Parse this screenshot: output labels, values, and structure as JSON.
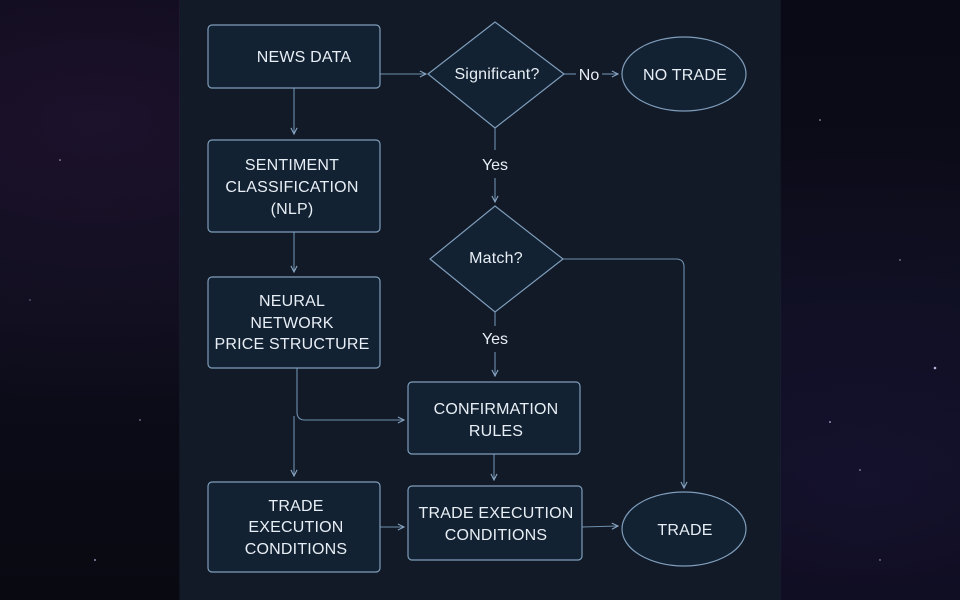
{
  "nodes": {
    "news_data": [
      "NEWS DATA"
    ],
    "significant": [
      "Significant?"
    ],
    "no_trade": [
      "NO TRADE"
    ],
    "sentiment": [
      "SENTIMENT",
      "CLASSIFICATION",
      "(NLP)"
    ],
    "match": [
      "Match?"
    ],
    "neural": [
      "NEURAL",
      "NETWORK",
      "PRICE STRUCTURE"
    ],
    "confirmation": [
      "CONFIRMATION",
      "RULES"
    ],
    "trade_exec_left": [
      "TRADE",
      "EXECUTION",
      "CONDITIONS"
    ],
    "trade_exec_mid": [
      "TRADE EXECUTION",
      "CONDITIONS"
    ],
    "trade": [
      "TRADE"
    ]
  },
  "edge_labels": {
    "no": "No",
    "yes_1": "Yes",
    "yes_2": "Yes"
  }
}
